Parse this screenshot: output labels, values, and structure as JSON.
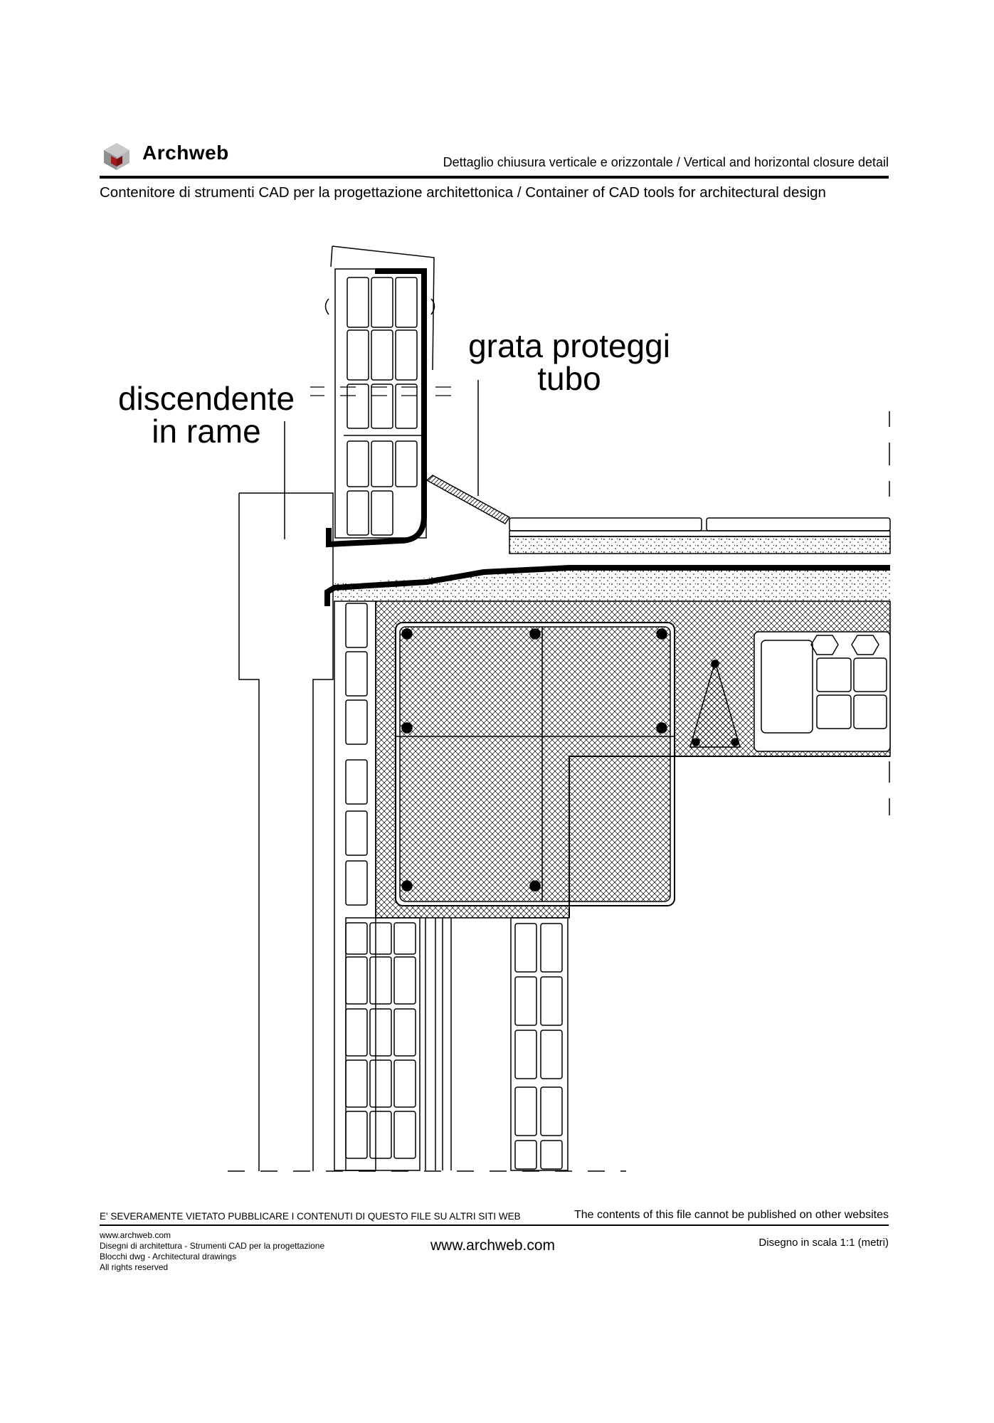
{
  "header": {
    "logo_icon": "archweb-cube-logo",
    "brand": "Archweb",
    "subtitle": "Dettaglio chiusura verticale e orizzontale  /  Vertical and horizontal closure detail",
    "tagline": "Contenitore di strumenti CAD per la progettazione architettonica  /  Container of CAD tools for architectural design"
  },
  "drawing": {
    "labels": {
      "discendente": [
        "discendente",
        "in rame"
      ],
      "grata": [
        "grata proteggi",
        "tubo"
      ]
    }
  },
  "footer": {
    "warning_it": "E' SEVERAMENTE VIETATO PUBBLICARE I CONTENUTI DI QUESTO FILE SU ALTRI SITI WEB",
    "warning_en": "The contents of this file cannot be published on other websites",
    "credits": [
      "www.archweb.com",
      "Disegni di architettura - Strumenti CAD  per la progettazione",
      "Blocchi dwg - Architectural drawings",
      "All rights reserved"
    ],
    "website": "www.archweb.com",
    "scale": "Disegno in scala 1:1 (metri)"
  },
  "colors": {
    "logo_red": "#a31a1e",
    "logo_gray_light": "#c9c9c9",
    "logo_gray_dark": "#8f8f8f"
  }
}
